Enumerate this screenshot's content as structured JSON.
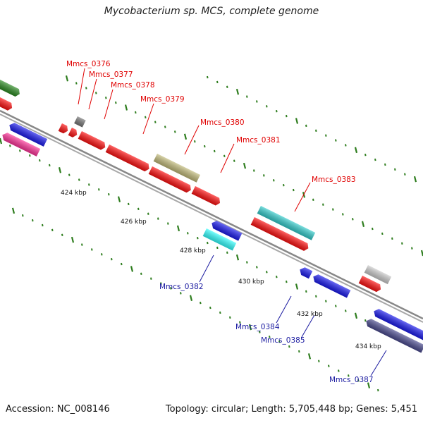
{
  "title": "Mycobacterium sp. MCS, complete genome",
  "footer": {
    "accession": "Accession: NC_008146",
    "summary": "Topology: circular; Length: 5,705,448 bp; Genes: 5,451"
  },
  "scale_labels": [
    "424 kbp",
    "426 kbp",
    "428 kbp",
    "430 kbp",
    "432 kbp",
    "434 kbp"
  ],
  "colors": {
    "backbone": "#9a9a9a",
    "tick": "#2e7d1e",
    "label_forward": "#e00000",
    "label_reverse": "#1a1aa0"
  },
  "labels": {
    "forward": [
      "Mmcs_0376",
      "Mmcs_0377",
      "Mmcs_0378",
      "Mmcs_0379",
      "Mmcs_0380",
      "Mmcs_0381",
      "Mmcs_0383"
    ],
    "reverse": [
      "Mmcs_0382",
      "Mmcs_0384",
      "Mmcs_0385",
      "Mmcs_0387"
    ]
  },
  "genes": [
    {
      "name": "",
      "color": "#2b8a22"
    },
    {
      "name": "",
      "color": "#ff1010"
    },
    {
      "name": "",
      "color": "#1a1aee"
    },
    {
      "name": "",
      "color": "#ff3399"
    },
    {
      "name": "Mmcs_0376",
      "color": "#ff1010"
    },
    {
      "name": "Mmcs_0377",
      "color": "#ff1010"
    },
    {
      "name": "",
      "color": "#777777"
    },
    {
      "name": "Mmcs_0378",
      "color": "#ff1010"
    },
    {
      "name": "Mmcs_0379",
      "color": "#ff1010"
    },
    {
      "name": "Mmcs_0380",
      "color": "#c2bb7a"
    },
    {
      "name": "Mmcs_0381",
      "color": "#ff1010"
    },
    {
      "name": "",
      "color": "#ff1010"
    },
    {
      "name": "Mmcs_0383",
      "color": "#33cccc"
    },
    {
      "name": "",
      "color": "#ff1010"
    },
    {
      "name": "",
      "color": "#1a1aee"
    },
    {
      "name": "Mmcs_0382",
      "color": "#33ffff"
    },
    {
      "name": "Mmcs_0384",
      "color": "#1a1aee"
    },
    {
      "name": "Mmcs_0385",
      "color": "#1a1aee"
    },
    {
      "name": "",
      "color": "#cccccc"
    },
    {
      "name": "",
      "color": "#ff1010"
    },
    {
      "name": "",
      "color": "#1a1aee"
    },
    {
      "name": "Mmcs_0387",
      "color": "#4a4a8f"
    }
  ]
}
